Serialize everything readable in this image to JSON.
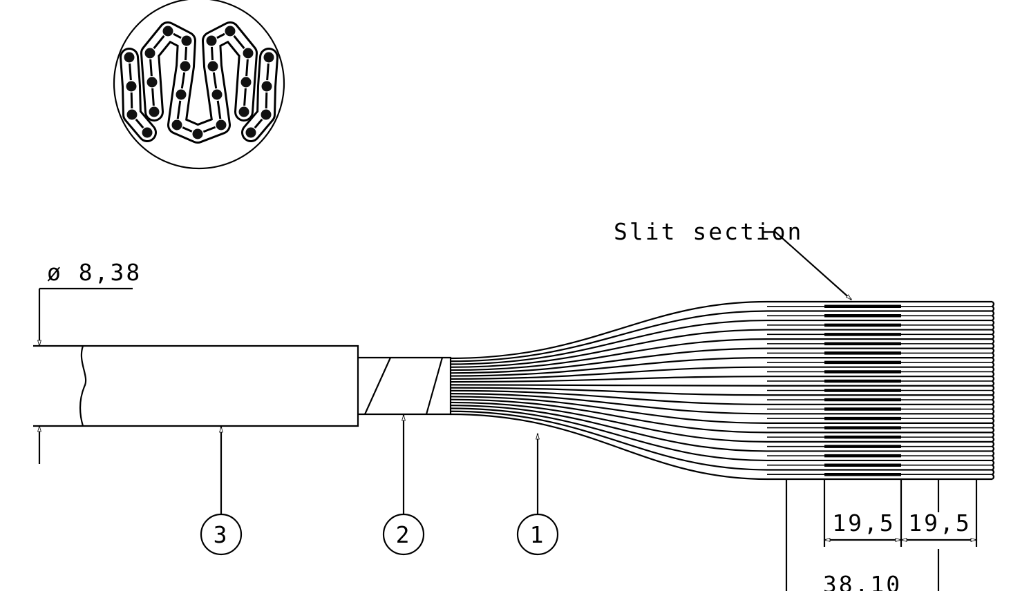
{
  "drawing": {
    "callouts": {
      "slit_section": "Slit section"
    },
    "dimensions": {
      "diameter": "ø 8,38",
      "slit_length": "19,5",
      "unslit_length": "19,5",
      "ribbon_width": "38,10"
    },
    "balloons": [
      "1",
      "2",
      "3"
    ],
    "ribbon_conductor_count": 19,
    "cross_section_conductor_count": 25
  }
}
